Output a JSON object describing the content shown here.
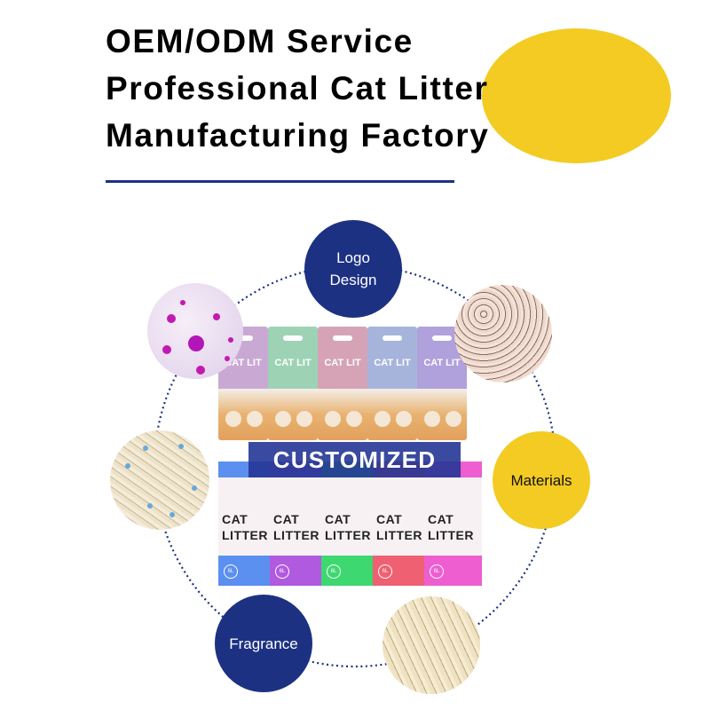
{
  "headline": {
    "lines": [
      "OEM/ODM Service",
      "Professional Cat Litter",
      "Manufacturing Factory"
    ]
  },
  "features": {
    "logo_design": {
      "line1": "Logo",
      "line2": "Design"
    },
    "materials": "Materials",
    "fragrance": "Fragrance"
  },
  "banner": "CUSTOMIZED",
  "product_photos": {
    "top_bags": {
      "label": "CAT LIT",
      "colors": [
        "#c9a9d3",
        "#9dd3b4",
        "#d5a3b5",
        "#a6b4dc",
        "#b0a0dc"
      ]
    },
    "bottom_bags": {
      "label_line1": "CAT",
      "label_line2": "LITTER",
      "size": "6L",
      "colors": [
        "#5b8ff0",
        "#b05ae0",
        "#3ed870",
        "#ef6072",
        "#ee5ed0"
      ]
    }
  },
  "sample_photos": [
    "crystal-litter",
    "mixed-tofu-litter-pellets",
    "tofu-litter-strands-blue",
    "pine-wood-litter-strands"
  ],
  "colors": {
    "brand_blue": "#1d3183",
    "accent_yellow": "#f3cb22"
  }
}
